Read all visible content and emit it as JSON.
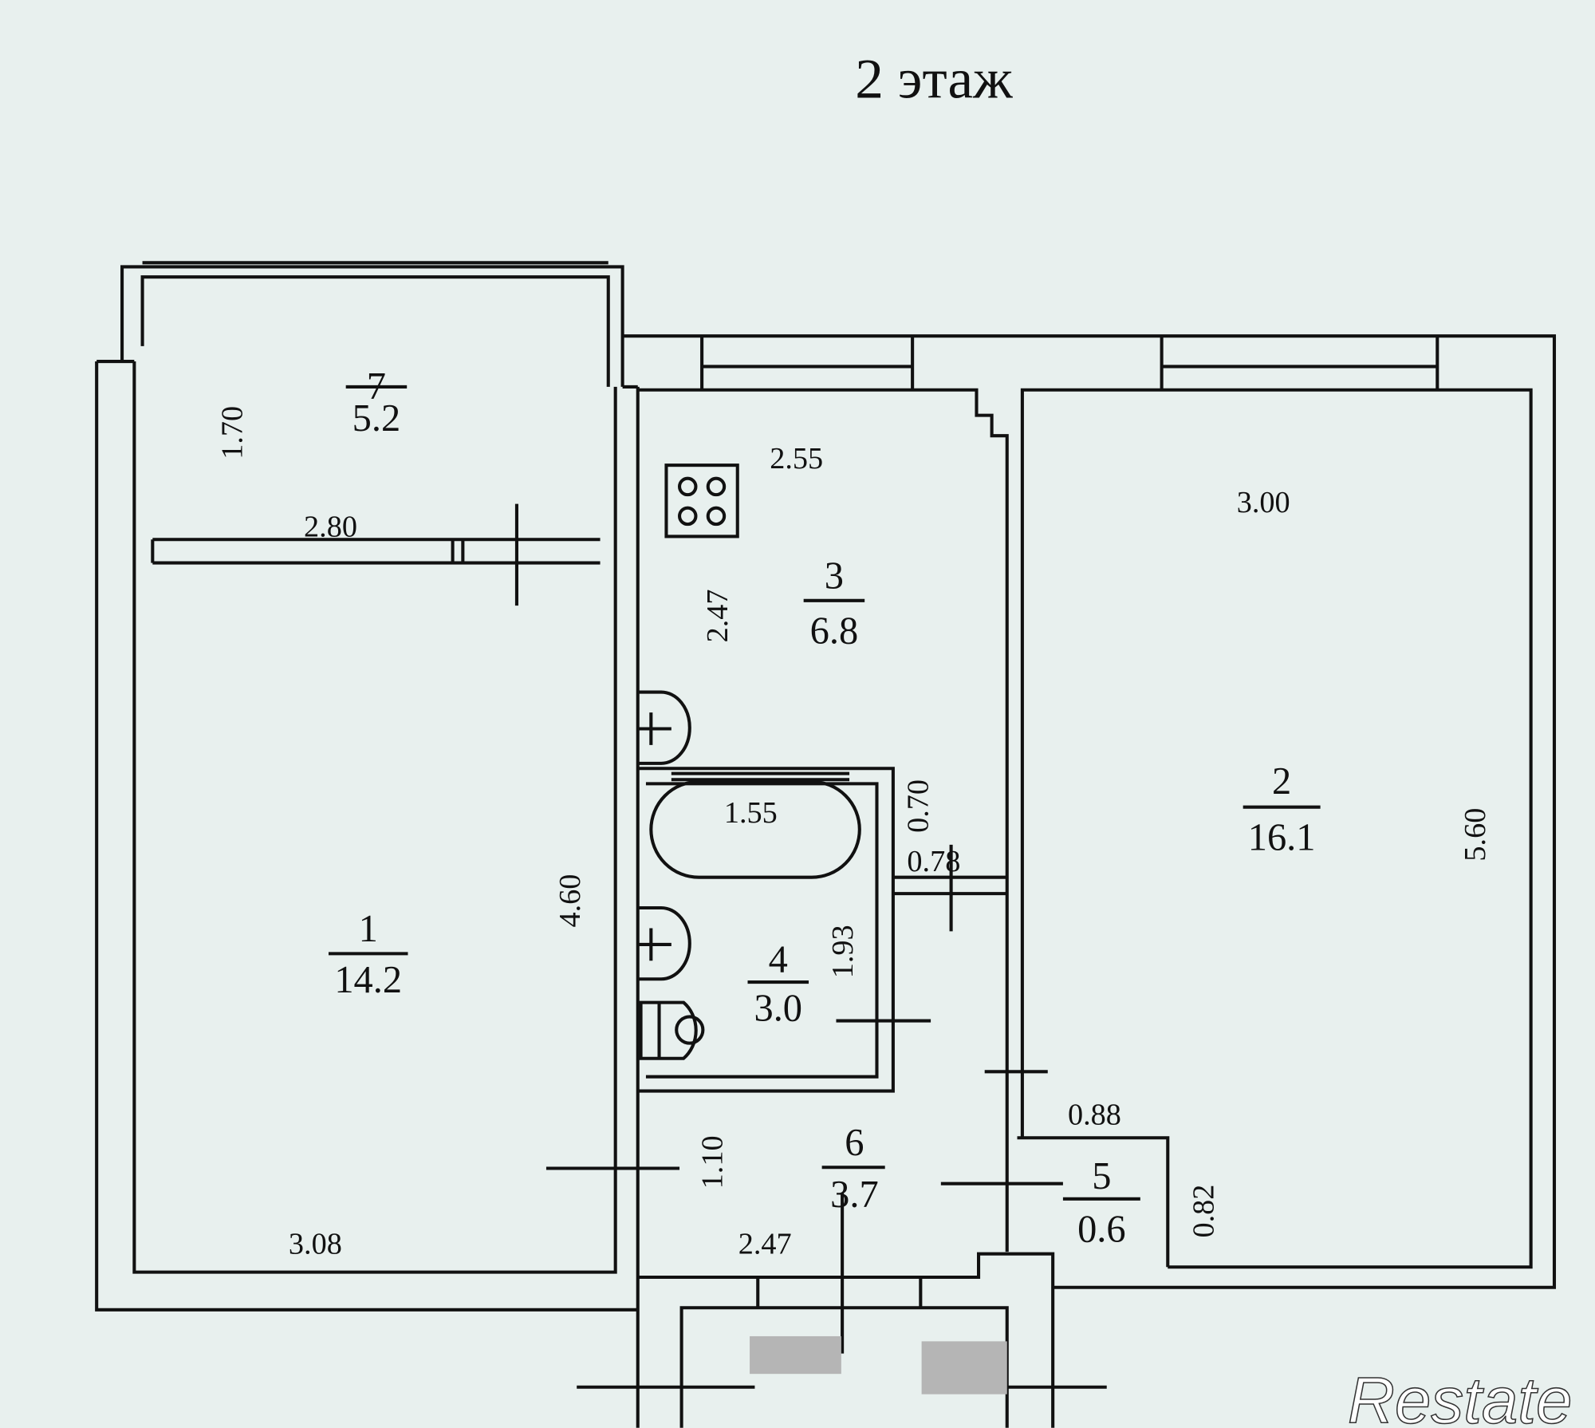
{
  "title": "2 этаж",
  "rooms": [
    {
      "number": "1",
      "area": "14.2"
    },
    {
      "number": "2",
      "area": "16.1"
    },
    {
      "number": "3",
      "area": "6.8"
    },
    {
      "number": "4",
      "area": "3.0"
    },
    {
      "number": "5",
      "area": "0.6"
    },
    {
      "number": "6",
      "area": "3.7"
    },
    {
      "number": "7",
      "area": "5.2"
    }
  ],
  "dimensions": {
    "balcony_depth": "1.70",
    "balcony_width": "2.80",
    "kitchen_width": "2.55",
    "kitchen_depth": "2.47",
    "room2_width": "3.00",
    "room2_depth": "5.60",
    "bath_width": "1.55",
    "bath_depth": "1.93",
    "niche_depth": "0.70",
    "niche_width": "0.78",
    "room1_depth": "4.60",
    "room1_width": "3.08",
    "hall_depth": "1.10",
    "hall_width": "2.47",
    "closet_width": "0.88",
    "closet_depth": "0.82"
  },
  "watermark": "Restate",
  "colors": {
    "background": "#e8f0ee",
    "walls": "#111111",
    "redaction": "#b5b5b5"
  }
}
